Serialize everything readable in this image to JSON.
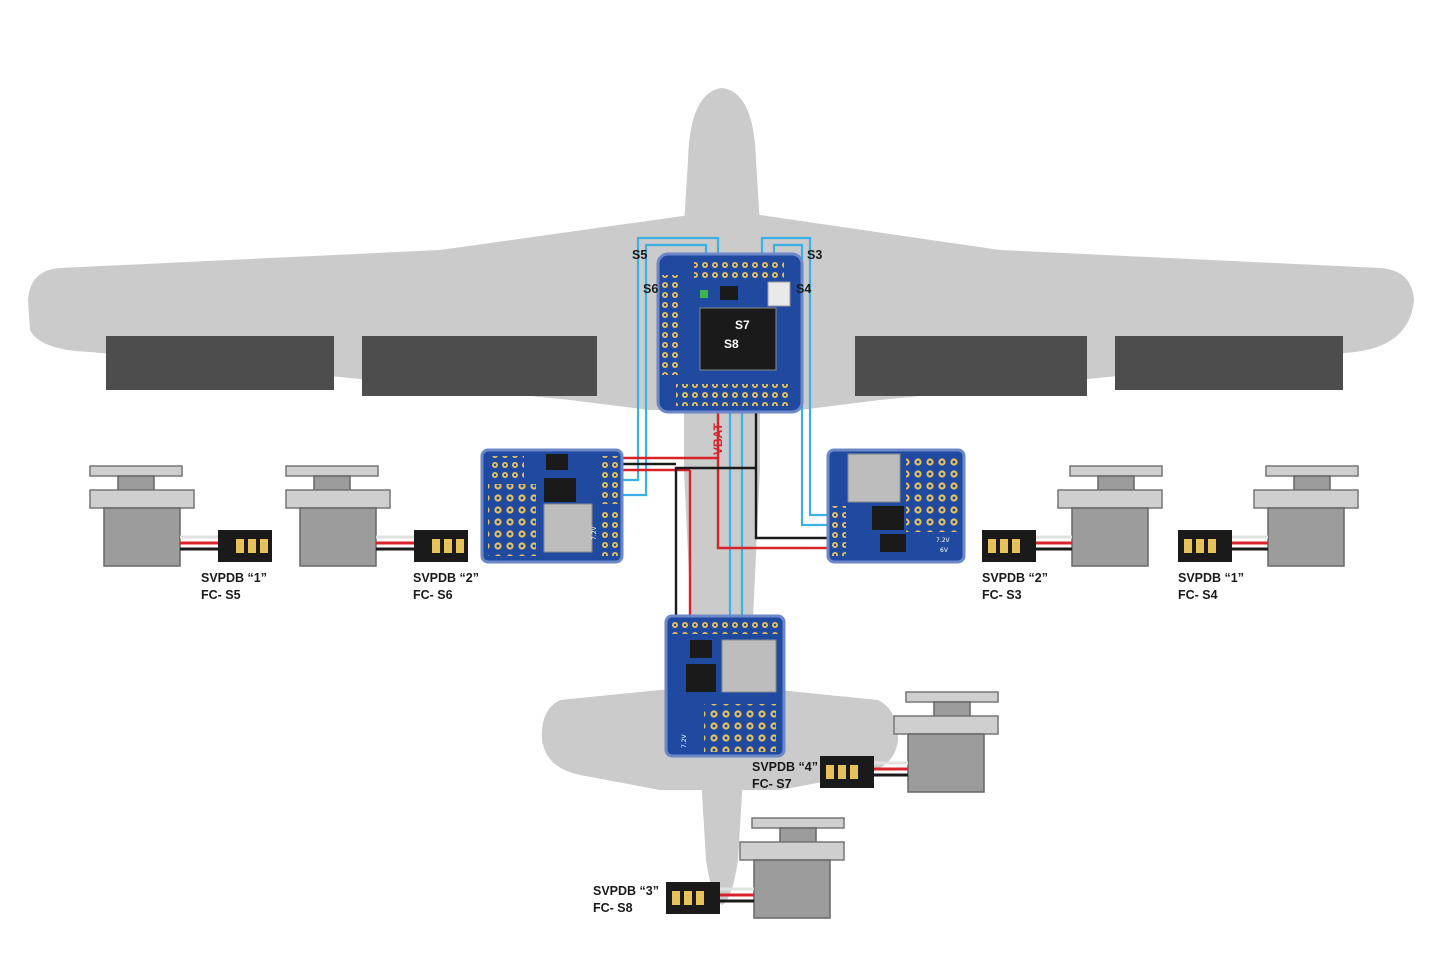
{
  "fc_labels": {
    "s5": "S5",
    "s6": "S6",
    "s3": "S3",
    "s4": "S4",
    "s7": "S7",
    "s8": "S8",
    "vbat": "VBAT"
  },
  "pcb_markings": {
    "v72": "7.2V",
    "v6": "6V"
  },
  "servos": [
    {
      "id": "left-outer",
      "line1": "SVPDB “1”",
      "line2": "FC- S5"
    },
    {
      "id": "left-inner",
      "line1": "SVPDB “2”",
      "line2": "FC- S6"
    },
    {
      "id": "right-inner",
      "line1": "SVPDB “2”",
      "line2": "FC- S3"
    },
    {
      "id": "right-outer",
      "line1": "SVPDB “1”",
      "line2": "FC- S4"
    },
    {
      "id": "tail-right",
      "line1": "SVPDB “4”",
      "line2": "FC- S7"
    },
    {
      "id": "tail-bottom",
      "line1": "SVPDB “3”",
      "line2": "FC- S8"
    }
  ],
  "colors": {
    "airframe": "#cbcbcb",
    "aileron": "#4d4d4d",
    "pcb": "#1f4aa0",
    "pcb_edge": "#6c88c8",
    "signal_wire": "#3ab0e6",
    "power_wire": "#d8232a",
    "ground_wire": "#1a1a1a",
    "servo_body": "#9c9c9c",
    "servo_light": "#cfcfcf",
    "pad": "#e7c25a"
  }
}
